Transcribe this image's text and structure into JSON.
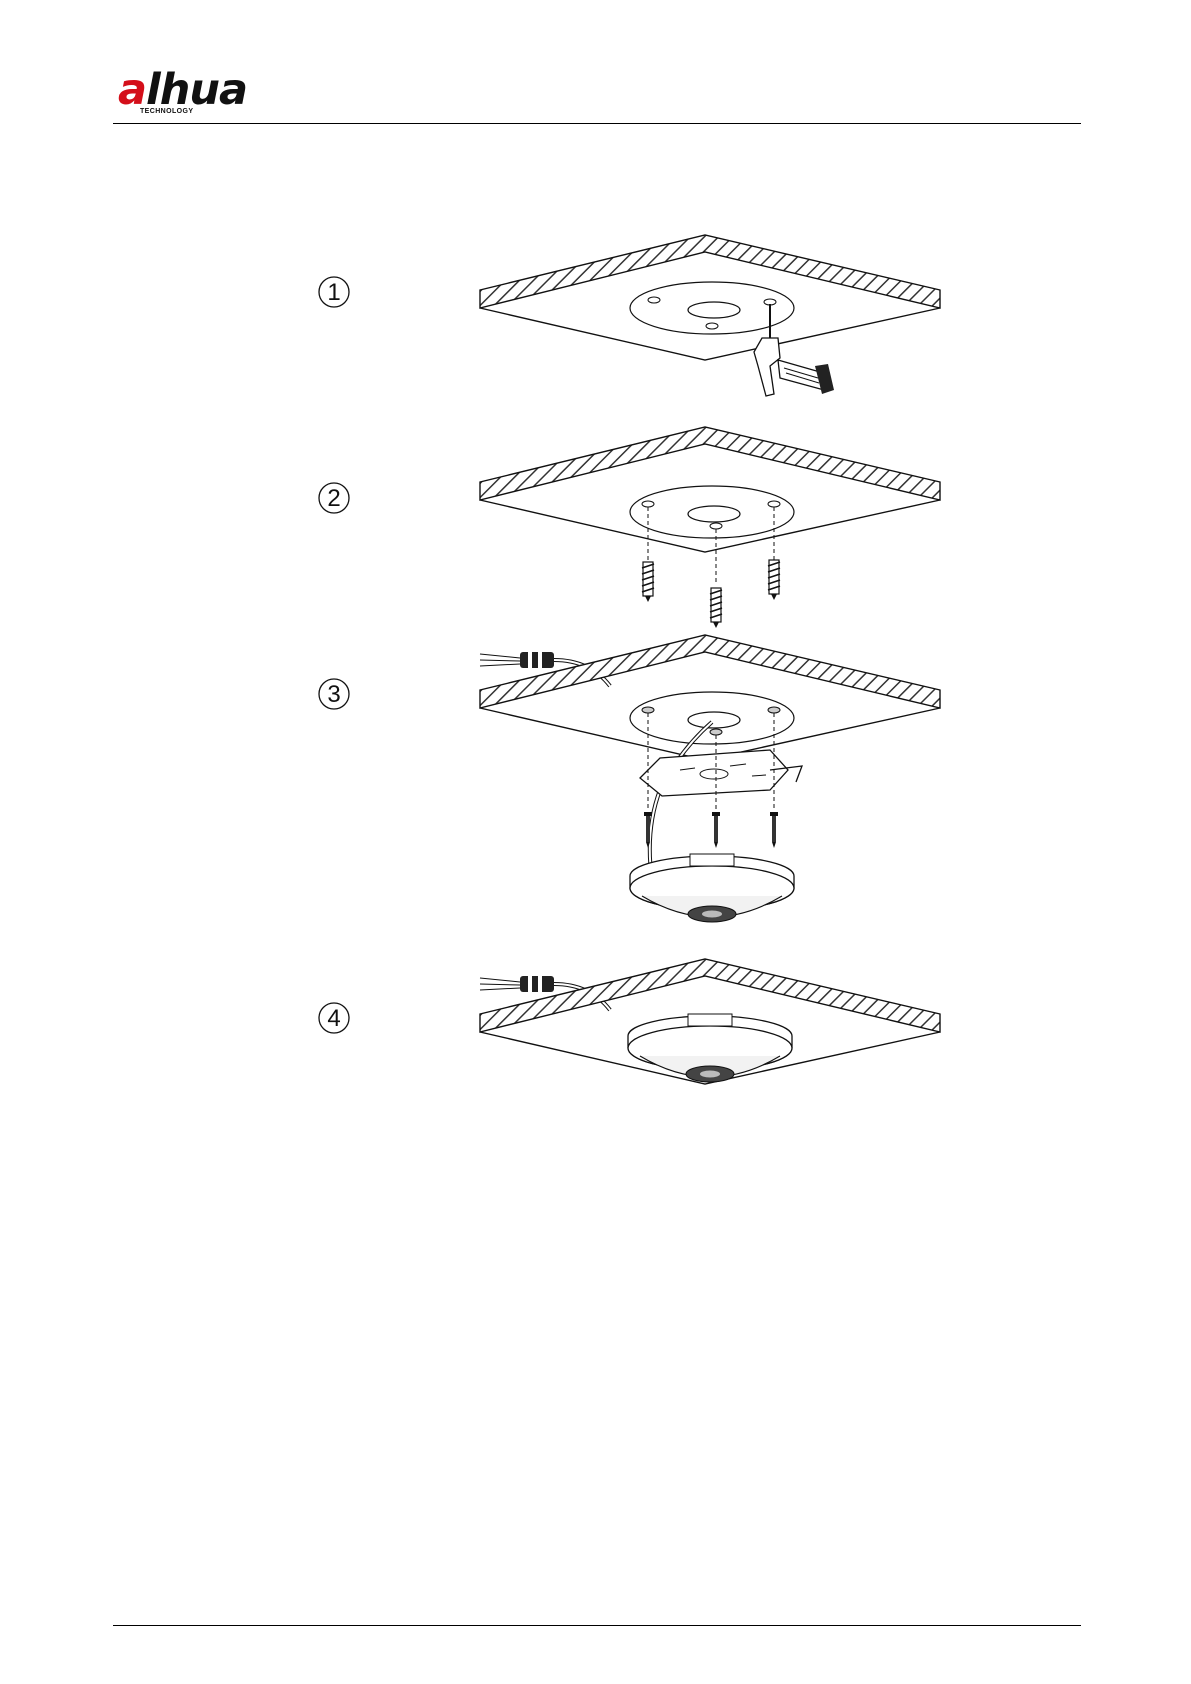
{
  "header": {
    "logo": {
      "brand_text": "alhua",
      "brand_sub": "TECHNOLOGY",
      "accent_color": "#d40f1a"
    }
  },
  "figure": {
    "steps": [
      {
        "number": "1"
      },
      {
        "number": "2"
      },
      {
        "number": "3"
      },
      {
        "number": "4"
      }
    ]
  }
}
